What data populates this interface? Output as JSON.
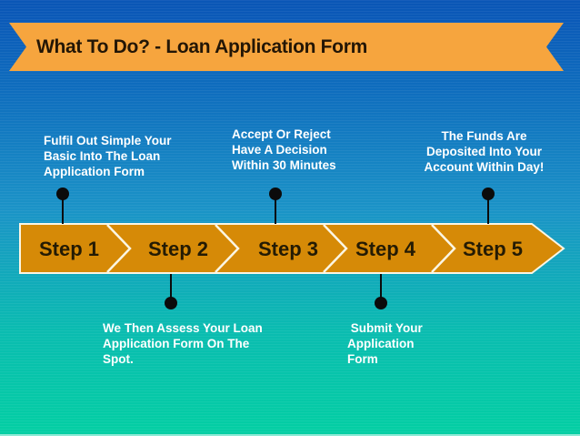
{
  "slide": {
    "title": "What To Do? - Loan Application Form"
  },
  "timeline": {
    "type": "process-timeline",
    "steps": [
      "Step 1",
      "Step 2",
      "Step 3",
      "Step 4",
      "Step 5"
    ]
  },
  "annotations": {
    "top": [
      "Fulfil Out Simple Your\nBasic Into The Loan\nApplication Form",
      "Accept Or Reject\nHave A Decision\nWithin 30 Minutes",
      "The Funds Are\nDeposited Into Your\nAccount Within Day!"
    ],
    "bottom": [
      "We Then Assess Your Loan\nApplication Form On The\nSpot.",
      " Submit Your\nApplication\nForm"
    ]
  },
  "colors": {
    "background_top": "#0A55B6",
    "background_bottom": "#03CFA3",
    "ribbon_orange": "#F6A53E",
    "bar_orange": "#D68A07",
    "outline_cream": "#FBF6E4",
    "title_text": "#231606",
    "step_text": "#241B04",
    "annotation_text": "#FFFFFF",
    "connector_black": "#0B0B0B"
  }
}
